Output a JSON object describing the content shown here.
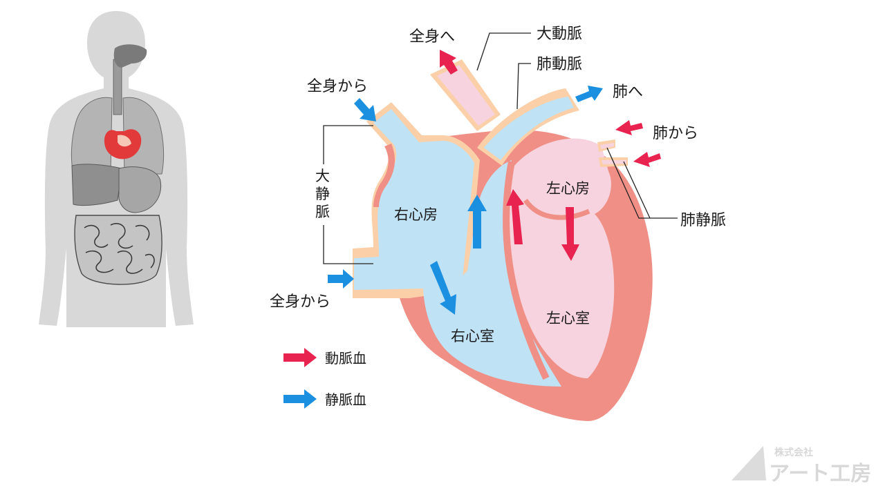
{
  "labels": {
    "aorta": "大動脈",
    "pulmonary_artery": "肺動脈",
    "to_body": "全身へ",
    "to_lungs": "肺へ",
    "from_lungs": "肺から",
    "from_body_upper": "全身から",
    "from_body_lower": "全身から",
    "vena_cava_1": "大",
    "vena_cava_2": "静",
    "vena_cava_3": "脈",
    "right_atrium": "右心房",
    "right_ventricle": "右心室",
    "left_atrium": "左心房",
    "left_ventricle": "左心室",
    "pulmonary_vein": "肺静脈"
  },
  "legend": [
    {
      "label": "動脈血",
      "color": "#e8234f"
    },
    {
      "label": "静脈血",
      "color": "#1b8fe0"
    }
  ],
  "logo": {
    "line1": "株式会社",
    "line2": "アート工房"
  },
  "colors": {
    "arterial": "#e8234f",
    "venous": "#1b8fe0",
    "venous_fill": "#bfe2f5",
    "arterial_fill": "#f6d3de",
    "muscle": "#ef8f86",
    "rim": "#fbd0a8",
    "silhouette": "#d6d6d6"
  }
}
